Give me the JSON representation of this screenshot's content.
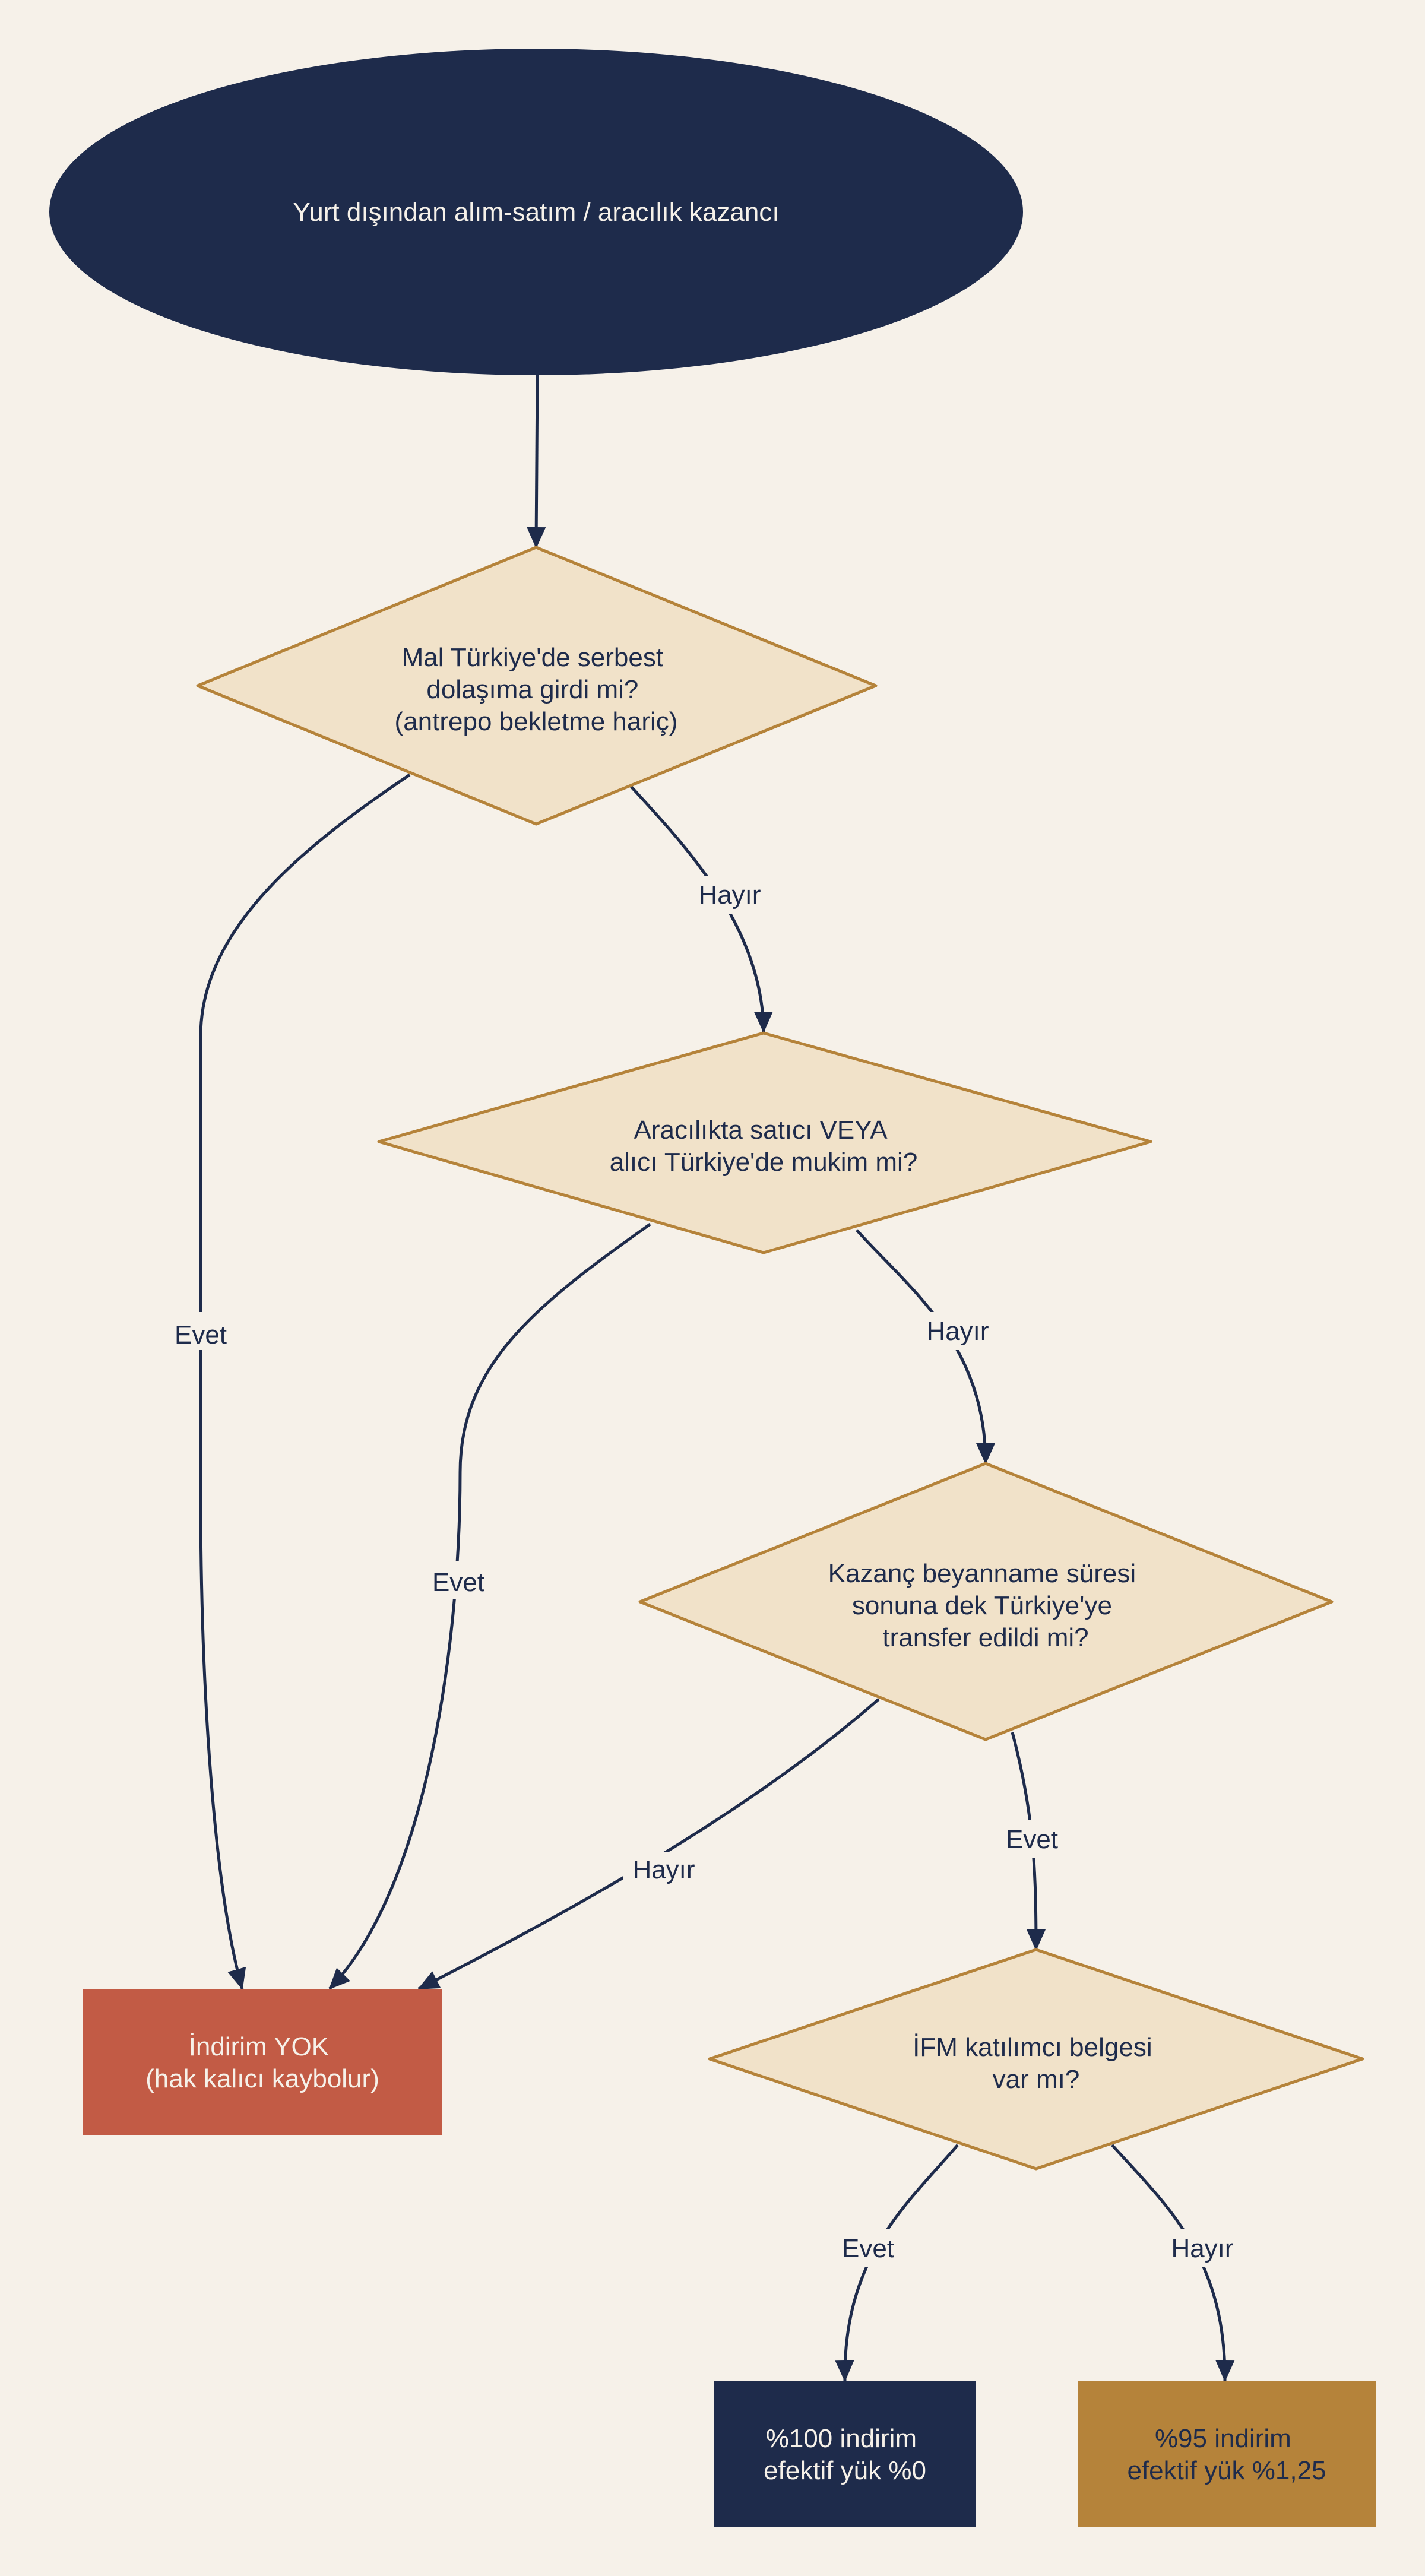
{
  "colors": {
    "background": "#f6f1e9",
    "navy": "#1e2b4b",
    "decision_fill": "#f1e2c9",
    "decision_stroke": "#b5833a",
    "red": "#c25b45",
    "gold": "#b5833a",
    "white_text": "#f6f1e9"
  },
  "nodes": {
    "start": {
      "lines": [
        "Yurt dışından alım-satım / aracılık kazancı"
      ]
    },
    "q1": {
      "lines": [
        "Mal Türkiye'de serbest",
        "dolaşıma girdi mi?",
        "(antrepo bekletme hariç)"
      ]
    },
    "q2": {
      "lines": [
        "Aracılıkta satıcı VEYA",
        "alıcı Türkiye'de mukim mi?"
      ]
    },
    "q3": {
      "lines": [
        "Kazanç beyanname süresi",
        "sonuna dek Türkiye'ye",
        "transfer edildi mi?"
      ]
    },
    "q4": {
      "lines": [
        "İFM katılımcı belgesi",
        "var mı?"
      ]
    },
    "no_discount": {
      "lines": [
        "İndirim YOK",
        "(hak kalıcı kaybolur)"
      ]
    },
    "full_discount": {
      "lines": [
        "%100 indirim",
        "efektif yük %0"
      ]
    },
    "partial_discount": {
      "lines": [
        "%95 indirim",
        "efektif yük %1,25"
      ]
    }
  },
  "edges": {
    "q1_yes": "Evet",
    "q1_no": "Hayır",
    "q2_yes": "Evet",
    "q2_no": "Hayır",
    "q3_no": "Hayır",
    "q3_yes": "Evet",
    "q4_yes": "Evet",
    "q4_no": "Hayır"
  }
}
